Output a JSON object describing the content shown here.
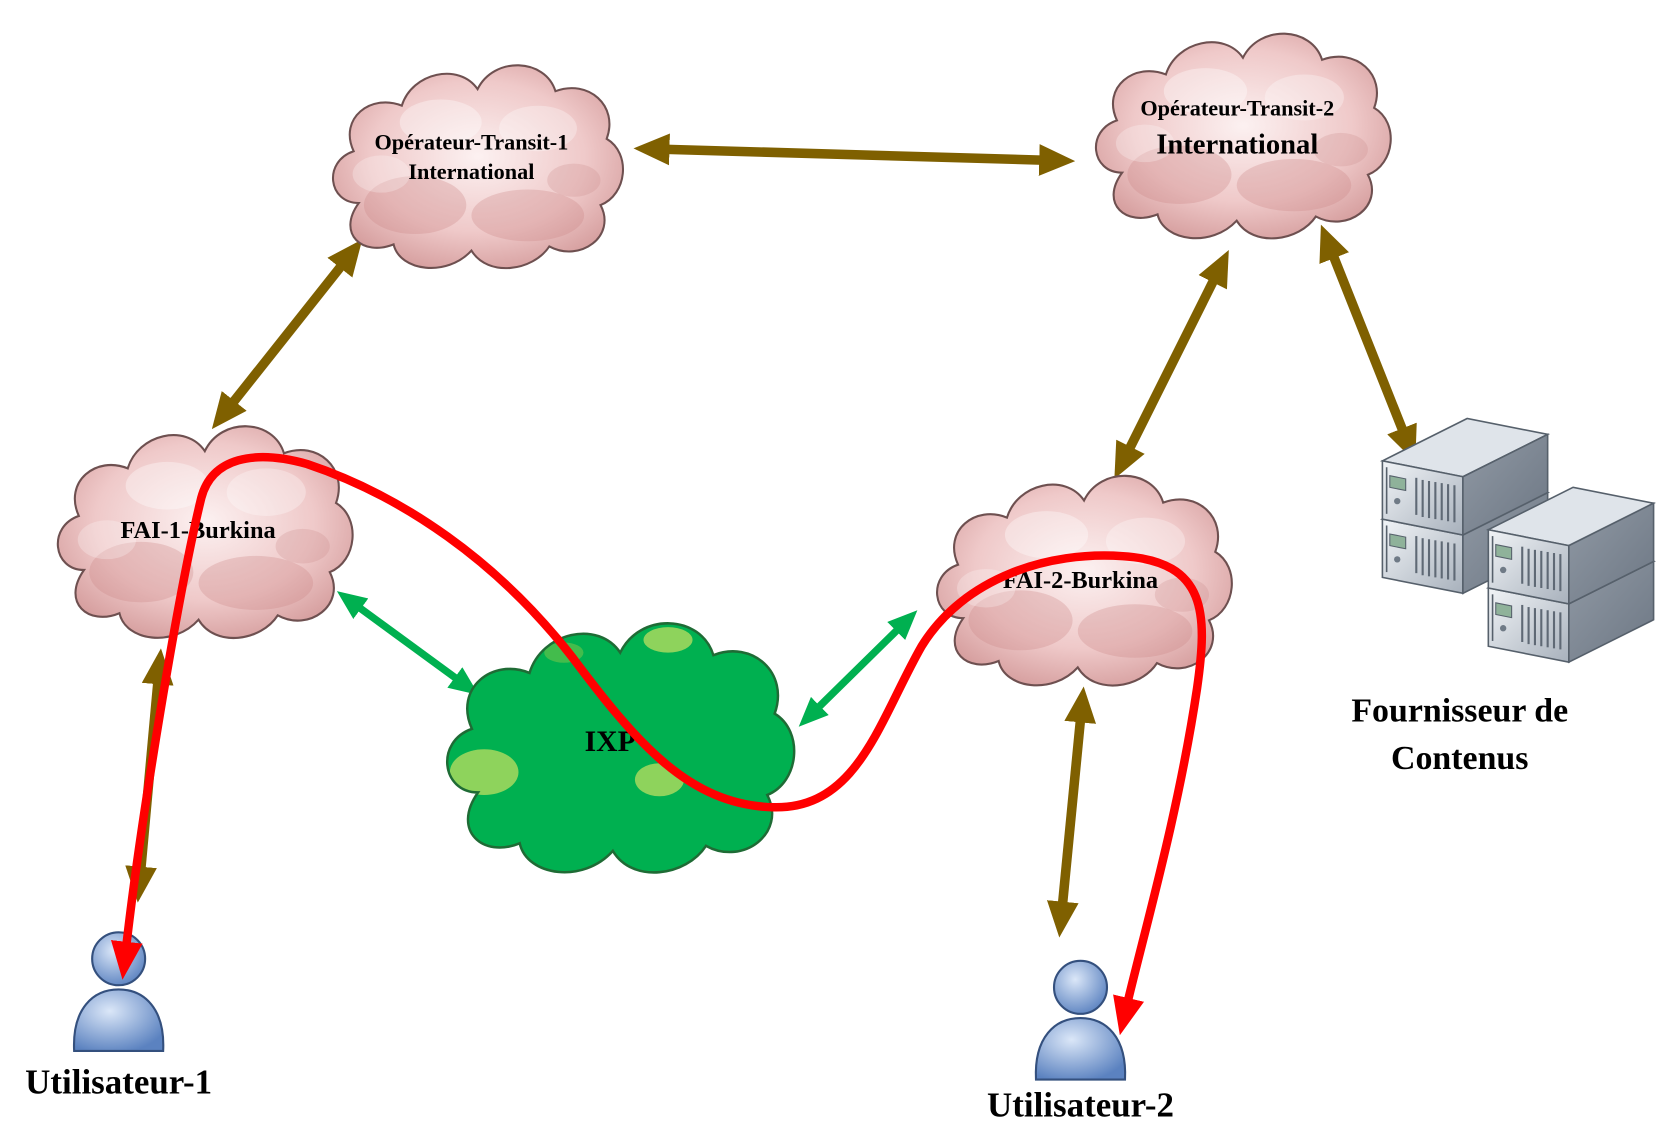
{
  "diagram": {
    "transit_1": {
      "line1": "Opérateur-Transit-1",
      "line2": "International"
    },
    "transit_2": {
      "line1": "Opérateur-Transit-2",
      "line2": "International"
    },
    "isp_1": {
      "label": "FAI-1-Burkina"
    },
    "isp_2": {
      "label": "FAI-2-Burkina"
    },
    "ixp": {
      "label": "IXP"
    },
    "content_provider": {
      "line1": "Fournisseur de",
      "line2": "Contenus",
      "icon": "server-rack-icon"
    },
    "user_1": {
      "label": "Utilisateur-1",
      "icon": "user-icon"
    },
    "user_2": {
      "label": "Utilisateur-2",
      "icon": "user-icon"
    }
  },
  "colors": {
    "link_transit": "#7f6000",
    "link_ixp": "#00b050",
    "traffic_path": "#ff0000",
    "cloud_operator": "#efc9c9",
    "cloud_ixp": "#00b050",
    "user_icon": "#5b82c0",
    "server_body": "#6d7784"
  }
}
